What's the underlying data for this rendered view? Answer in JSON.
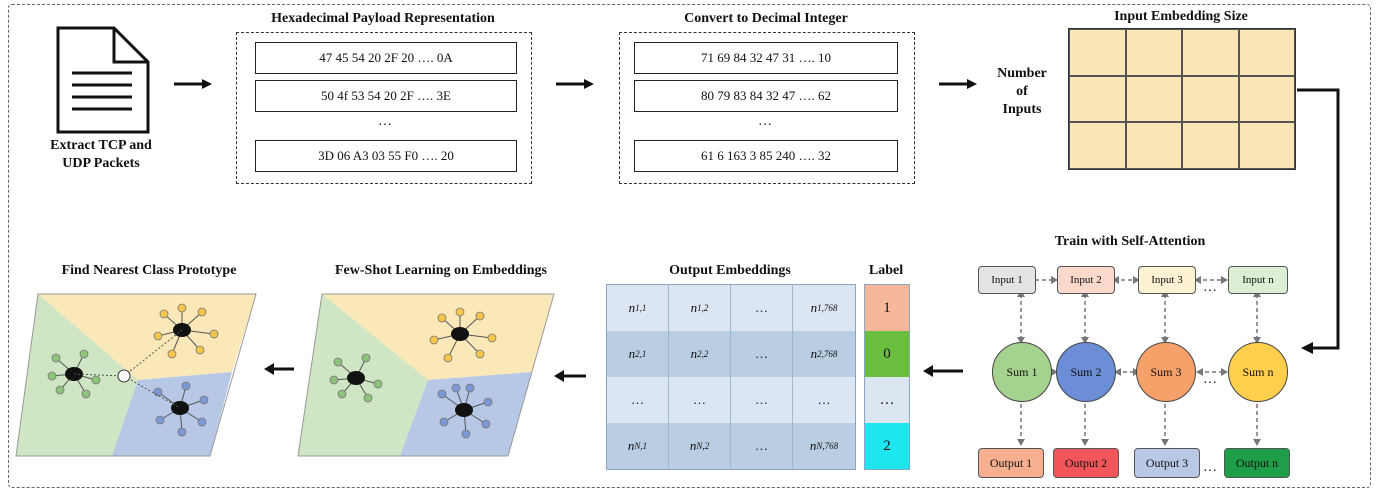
{
  "step1": {
    "label_line1": "Extract TCP and",
    "label_line2": "UDP Packets",
    "icon": "document-icon"
  },
  "hex": {
    "title": "Hexadecimal Payload Representation",
    "rows": [
      "47 45 54 20 2F 20 …. 0A",
      "50 4f 53 54 20 2F …. 3E",
      "3D 06 A3 03 55 F0 …. 20"
    ],
    "ellipsis": "…"
  },
  "dec": {
    "title": "Convert to Decimal Integer",
    "rows": [
      "71 69 84 32 47 31 …. 10",
      "80 79 83 84 32 47 …. 62",
      "61 6 163 3 85 240 …. 32"
    ],
    "ellipsis": "…"
  },
  "embedding": {
    "title": "Input Embedding Size",
    "side_label_1": "Number",
    "side_label_2": "of",
    "side_label_3": "Inputs"
  },
  "attention": {
    "title": "Train with Self-Attention",
    "inputs": [
      "Input 1",
      "Input 2",
      "Input 3",
      "Input n"
    ],
    "sums": [
      "Sum 1",
      "Sum 2",
      "Sum 3",
      "Sum n"
    ],
    "outputs": [
      "Output 1",
      "Output 2",
      "Output 3",
      "Output n"
    ],
    "ellipsis": "…",
    "colors": {
      "input": [
        "#e3e3e3",
        "#fad8cc",
        "#fdf1d3",
        "#dcefd5"
      ],
      "sum": [
        "#a5d38f",
        "#6b8ed6",
        "#f6a06a",
        "#ffcf4d"
      ],
      "output": [
        "#f7b08f",
        "#f2555a",
        "#b9c8e5",
        "#1f9e4a"
      ]
    }
  },
  "output_embeddings": {
    "title": "Output Embeddings",
    "rows": [
      [
        [
          "n",
          "1,1"
        ],
        [
          "n",
          "1,2"
        ],
        [
          "…",
          ""
        ],
        [
          "n",
          "1,768"
        ]
      ],
      [
        [
          "n",
          "2,1"
        ],
        [
          "n",
          "2,2"
        ],
        [
          "…",
          ""
        ],
        [
          "n",
          "2,768"
        ]
      ],
      [
        [
          "…",
          ""
        ],
        [
          "…",
          ""
        ],
        [
          "…",
          ""
        ],
        [
          "…",
          ""
        ]
      ],
      [
        [
          "n",
          "N,1"
        ],
        [
          "n",
          "N,2"
        ],
        [
          "…",
          ""
        ],
        [
          "n",
          "N,768"
        ]
      ]
    ]
  },
  "label_column": {
    "title": "Label",
    "values": [
      "1",
      "0",
      "…",
      "2"
    ],
    "colors": [
      "#f7b79a",
      "#6bbf3f",
      "#dce6f0",
      "#1ee6ef"
    ]
  },
  "fewshot": {
    "title": "Few-Shot Learning on Embeddings"
  },
  "prototype": {
    "title": "Find Nearest Class Prototype"
  },
  "colors": {
    "region_yellow": "#fbe8b8",
    "region_green": "#cfe5c3",
    "region_blue": "#b7c8e6"
  }
}
